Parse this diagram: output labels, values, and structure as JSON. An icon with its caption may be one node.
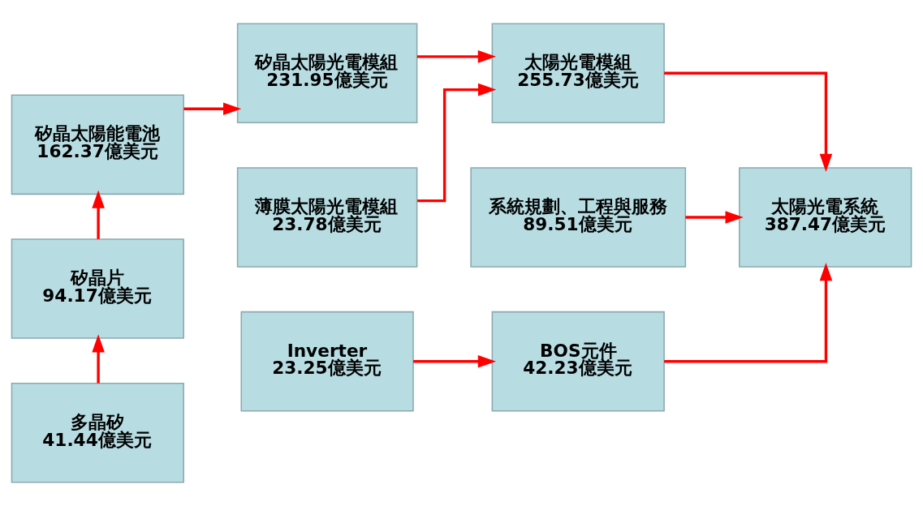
{
  "diagram": {
    "nodes": [
      {
        "text": [
          "矽晶太陽能電池",
          "162.37億美元"
        ]
      },
      {
        "text": [
          "矽晶太陽光電模組",
          "231.95億美元"
        ]
      },
      {
        "text": [
          "太陽光電模組",
          "255.73億美元"
        ]
      },
      {
        "text": [
          "薄膜太陽光電模組",
          "23.78億美元"
        ]
      },
      {
        "text": [
          "矽晶片",
          "94.17億美元"
        ]
      },
      {
        "text": [
          "系統規劃、工程與服務",
          "89.51億美元"
        ]
      },
      {
        "text": [
          "太陽光電系統",
          "387.47億美元"
        ]
      },
      {
        "text": [
          "多晶矽",
          "41.44億美元"
        ]
      },
      {
        "text": [
          "Inverter",
          "23.25億美元"
        ]
      },
      {
        "text": [
          "BOS元件",
          "42.23億美元"
        ]
      }
    ],
    "edges": [
      {
        "from": 7,
        "to": 4,
        "arrow": "to"
      },
      {
        "from": 4,
        "to": 0,
        "arrow": "to"
      },
      {
        "from": 0,
        "to": 1,
        "arrow": "to"
      },
      {
        "from": 1,
        "to": 2,
        "arrow": "to"
      },
      {
        "from": 3,
        "to": 2,
        "arrow": "to"
      },
      {
        "from": 2,
        "to": 6,
        "arrow": "to"
      },
      {
        "from": 5,
        "to": 6,
        "arrow": "to"
      },
      {
        "from": 9,
        "to": 6,
        "arrow": "to"
      },
      {
        "from": 8,
        "to": 9,
        "arrow": "to"
      }
    ]
  }
}
